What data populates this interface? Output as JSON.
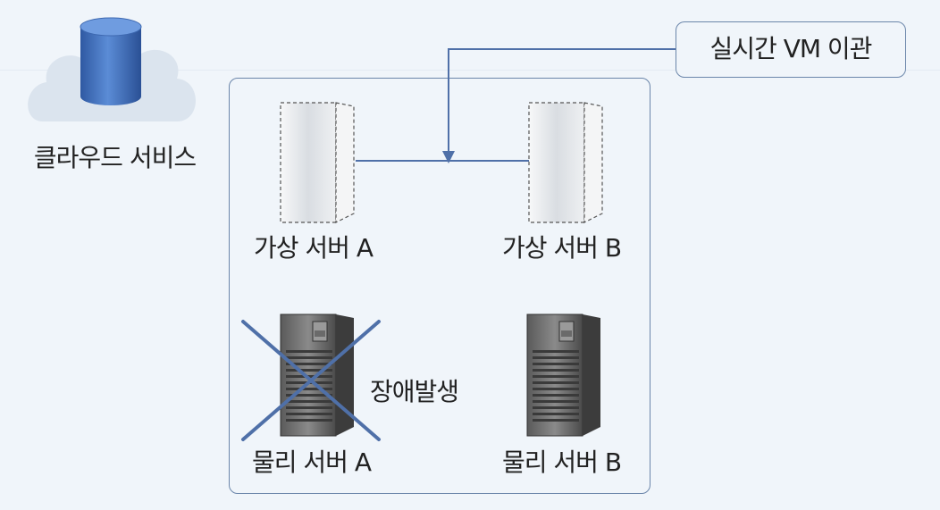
{
  "cloud": {
    "label": "클라우드 서비스",
    "icon": "database-cloud-icon"
  },
  "migration_label": "실시간 VM 이관",
  "virtual_servers": [
    {
      "label": "가상 서버 A"
    },
    {
      "label": "가상 서버 B"
    }
  ],
  "physical_servers": [
    {
      "label": "물리 서버 A",
      "failed": true
    },
    {
      "label": "물리 서버 B",
      "failed": false
    }
  ],
  "failure_label": "장애발생",
  "colors": {
    "accent": "#6b86aa",
    "failure_cross": "#4f70a8",
    "cylinder": "#3f6db8",
    "cloud": "#dbe4ee",
    "background": "#f0f5fa"
  }
}
